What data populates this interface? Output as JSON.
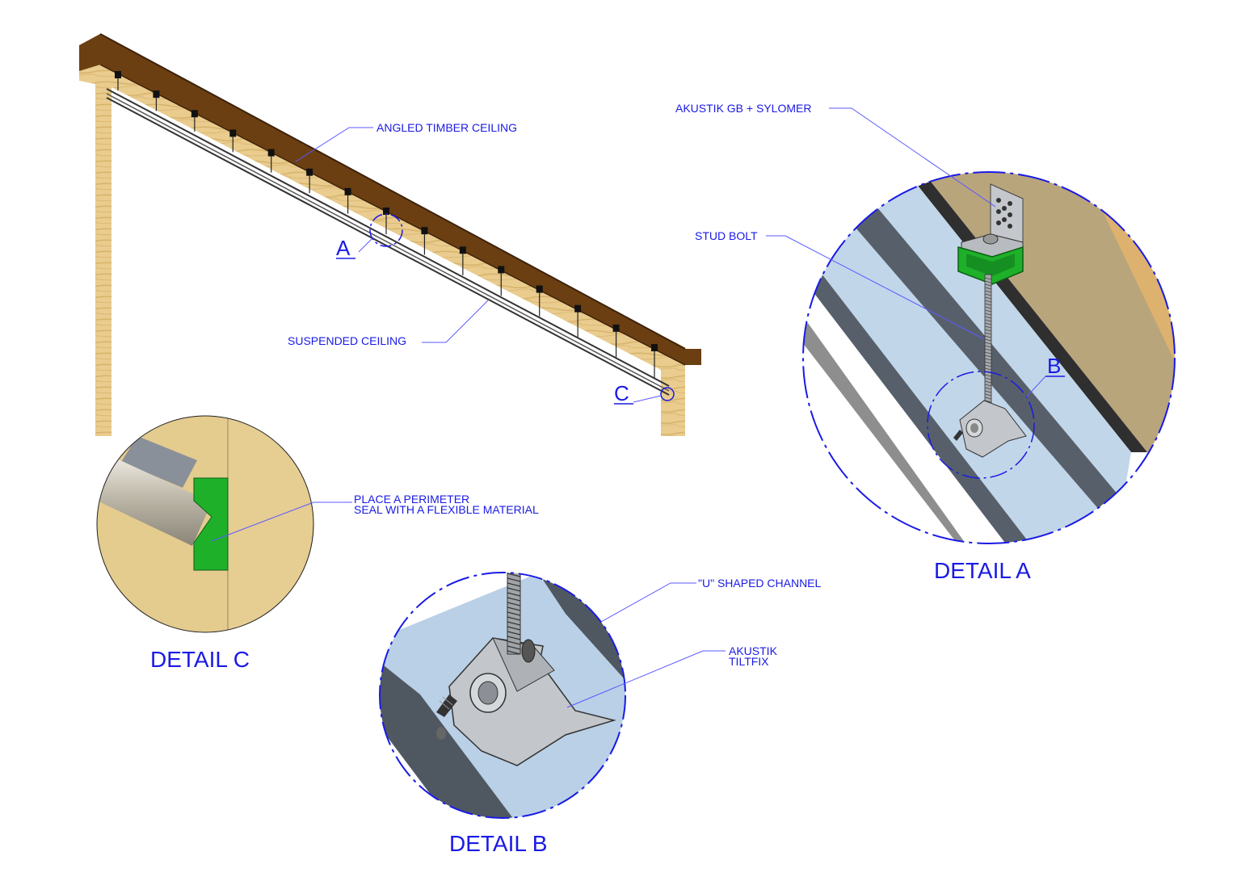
{
  "labels": {
    "angled_timber_ceiling": "ANGLED TIMBER CEILING",
    "suspended_ceiling": "SUSPENDED CEILING",
    "akustik_gb_sylomer": "AKUSTIK GB + SYLOMER",
    "stud_bolt": "STUD BOLT",
    "perimeter_seal_line1": "PLACE A PERIMETER",
    "perimeter_seal_line2": "SEAL WITH A FLEXIBLE MATERIAL",
    "u_channel": "\"U\" SHAPED CHANNEL",
    "tiltfix_line1": "AKUSTIK",
    "tiltfix_line2": "TILTFIX"
  },
  "markers": {
    "a": "A",
    "b": "B",
    "c": "C"
  },
  "titles": {
    "detail_a": "DETAIL A",
    "detail_b": "DETAIL B",
    "detail_c": "DETAIL C"
  },
  "colors": {
    "annotation": "#1a1ae6",
    "roof": "#6b3f12",
    "timber": "#e7c98a",
    "channel": "#b9d0e6",
    "channel_edge": "#58616b",
    "seal": "#1fb02a",
    "bracket": "#b9bcc0"
  }
}
